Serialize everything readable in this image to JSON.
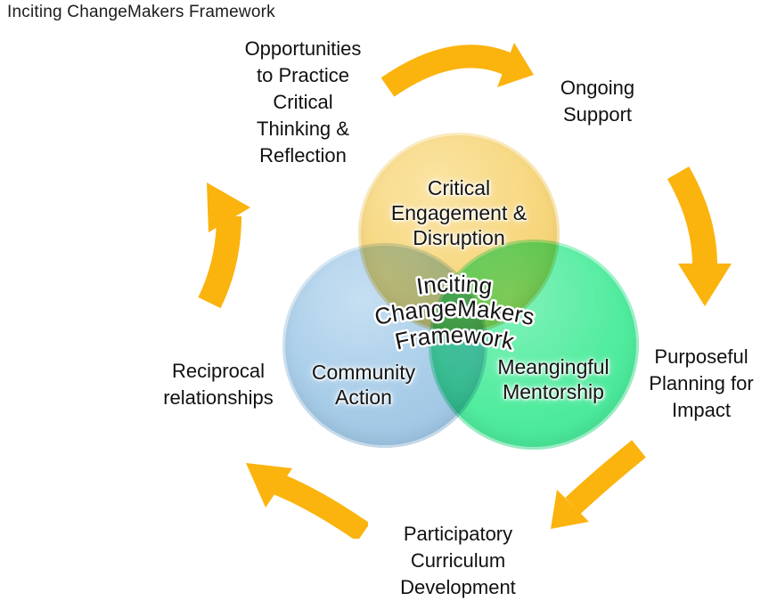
{
  "title": "Inciting ChangeMakers Framework",
  "colors": {
    "arrow_gold": "#FBB30E",
    "circle_yellow": "#F7D77E",
    "circle_blue": "#A7CCE8",
    "circle_green": "#52EC9F",
    "overlap_blue_green_teal": "#4BC4B5",
    "text": "#141414"
  },
  "cycle": {
    "outer_labels": {
      "opportunities": "Opportunities\nto Practice\nCritical\nThinking &\nReflection",
      "ongoing_support": "Ongoing\nSupport",
      "purposeful_planning": "Purposeful\nPlanning for\nImpact",
      "participatory_curriculum": "Participatory\nCurriculum\nDevelopment",
      "reciprocal_relationships": "Reciprocal\nrelationships"
    },
    "arrows": [
      "top",
      "right",
      "bottom-right",
      "bottom-left",
      "left"
    ]
  },
  "venn": {
    "center_label": {
      "line1": "Inciting",
      "line2": "ChangeMakers",
      "line3": "Framework"
    },
    "circles": [
      {
        "name": "critical-engagement",
        "label": "Critical\nEngagement &\nDisruption",
        "color": "#F7D77E"
      },
      {
        "name": "community-action",
        "label": "Community\nAction",
        "color": "#A7CCE8"
      },
      {
        "name": "meaningful-mentorship",
        "label": "Meangingful\nMentorship",
        "color": "#52EC9F"
      }
    ]
  }
}
